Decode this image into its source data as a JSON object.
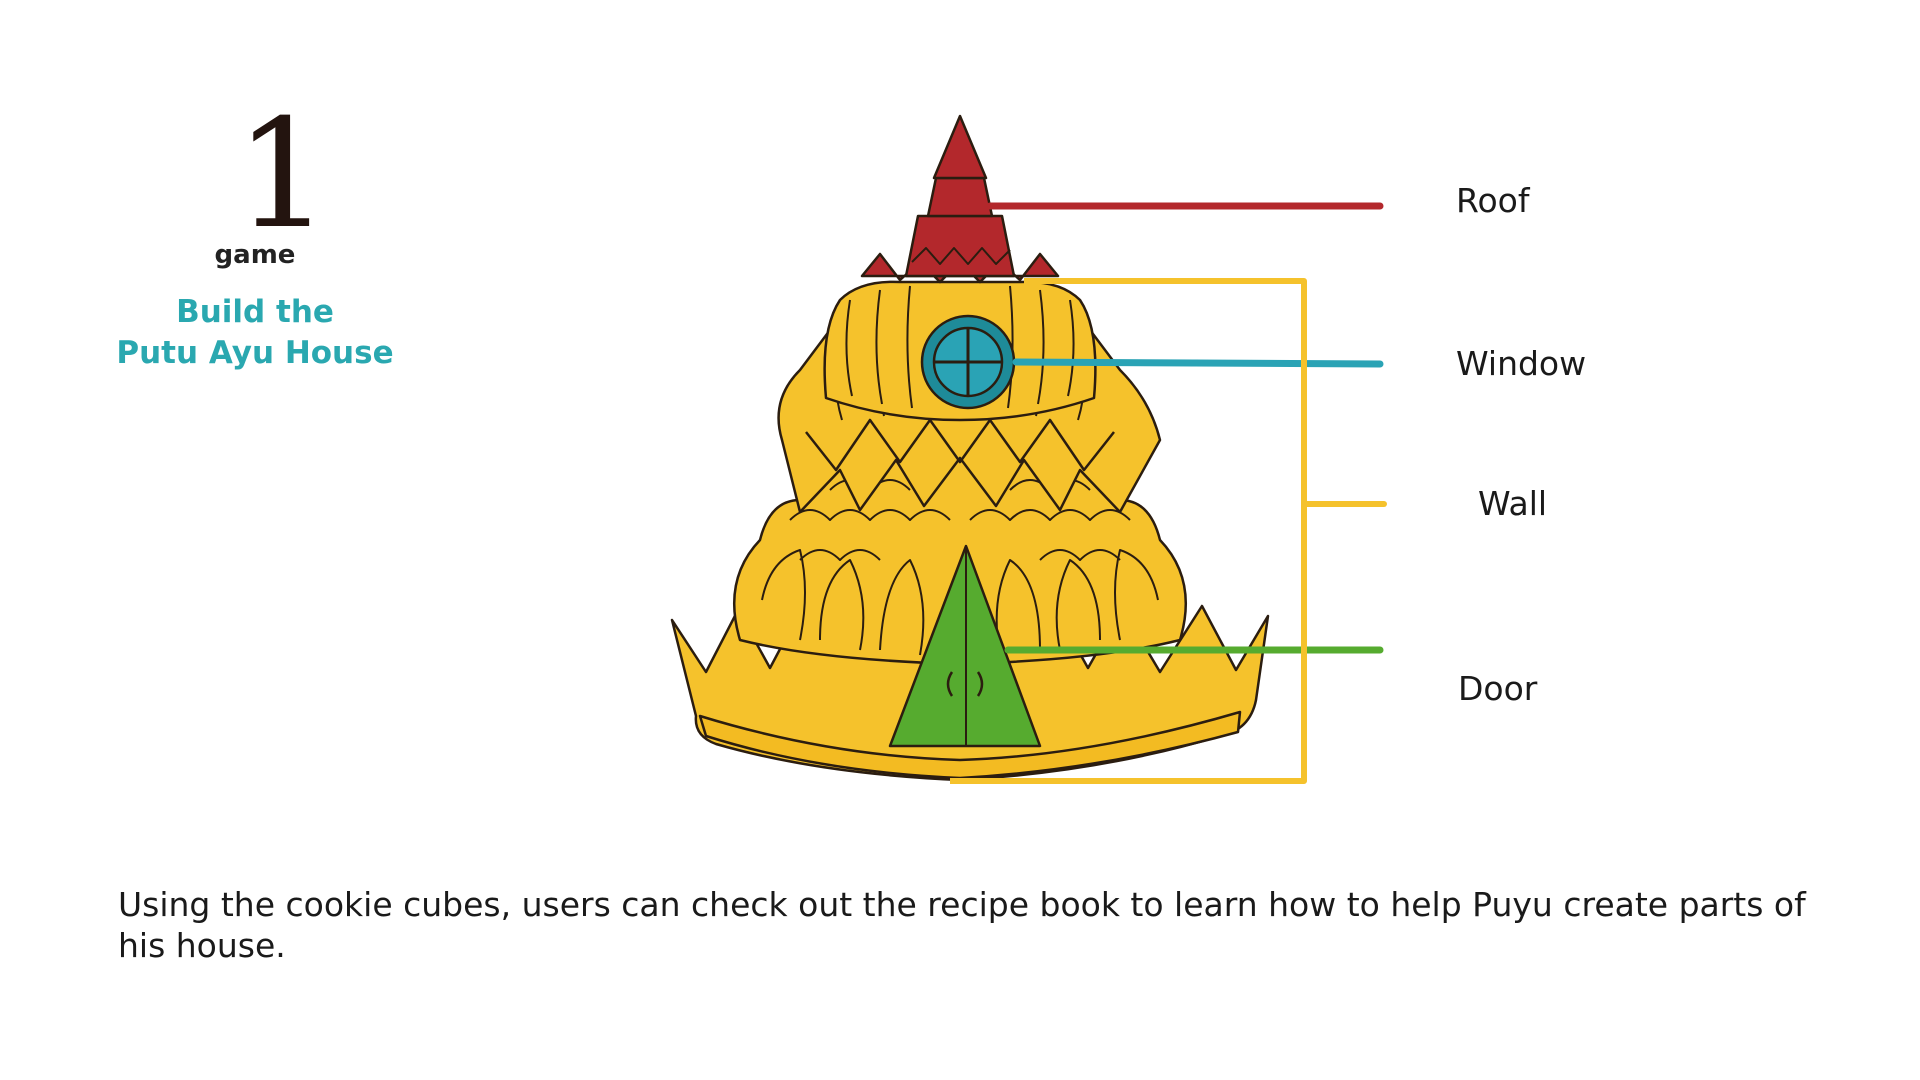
{
  "header": {
    "step_number": "1",
    "step_kind": "game",
    "title_line1": "Build the",
    "title_line2": "Putu Ayu House"
  },
  "labels": {
    "roof": "Roof",
    "window": "Window",
    "wall": "Wall",
    "door": "Door"
  },
  "description": "Using the cookie cubes, users can check out the recipe book to learn how to help Puyu create parts of his house.",
  "colors": {
    "roof": "#b3282c",
    "window": "#2aa3b5",
    "wall": "#f5c22c",
    "door": "#56ab2f",
    "title": "#2aa8b0"
  }
}
